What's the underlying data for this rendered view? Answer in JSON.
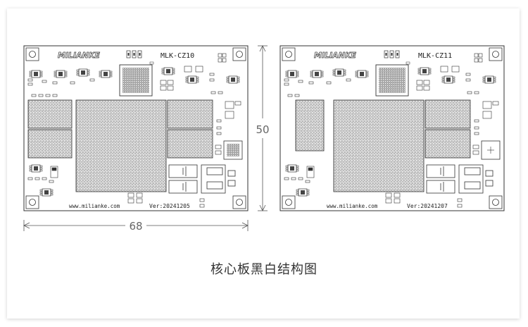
{
  "boards": [
    {
      "brand": "MILIANKE",
      "model": "MLK-CZ10",
      "url": "www.milianke.com",
      "version": "Ver:20241205"
    },
    {
      "brand": "MILIANKE",
      "model": "MLK-CZ11",
      "url": "www.milianke.com",
      "version": "Ver:20241207"
    }
  ],
  "dimensions": {
    "height": "50",
    "width": "68"
  },
  "caption": "核心板黑白结构图"
}
